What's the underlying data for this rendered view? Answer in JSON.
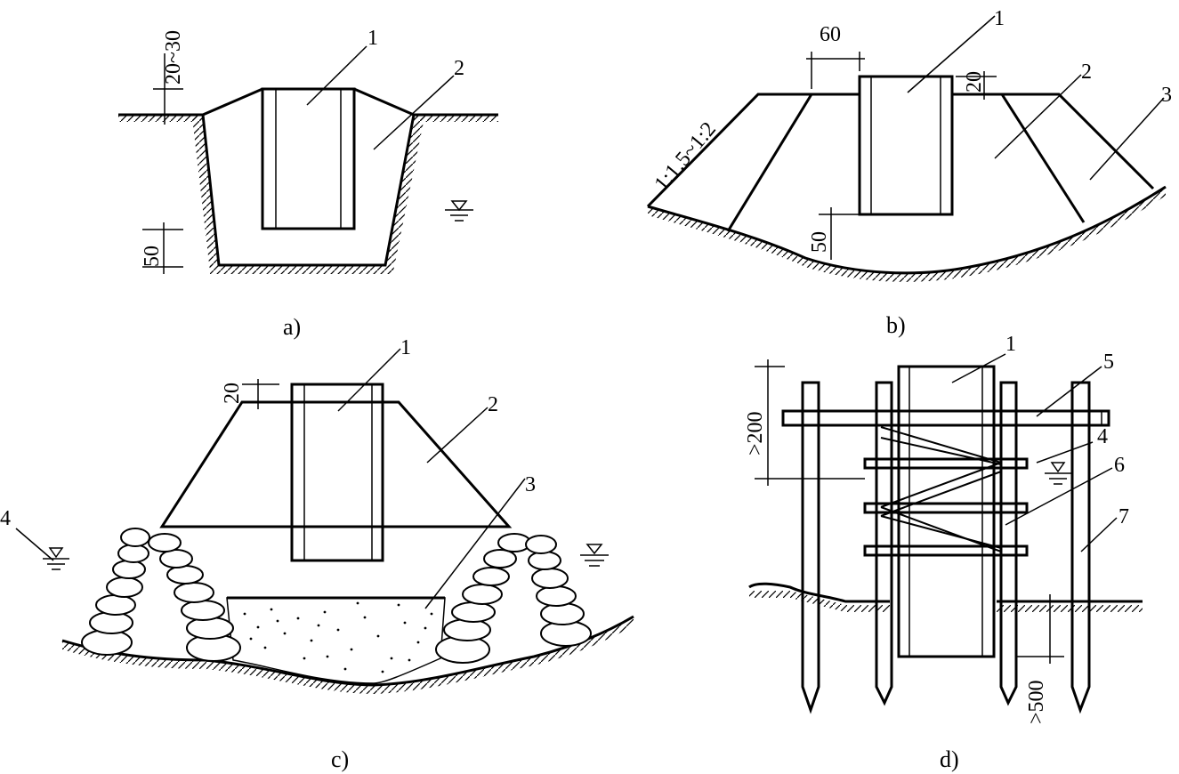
{
  "panels": {
    "a": {
      "caption": "a)",
      "labels": {
        "n1": "1",
        "n2": "2"
      },
      "dims": {
        "top": "20~30",
        "bottom": "50"
      }
    },
    "b": {
      "caption": "b)",
      "labels": {
        "n1": "1",
        "n2": "2",
        "n3": "3"
      },
      "dims": {
        "width": "60",
        "rise": "20",
        "bottom": "50",
        "slope": "1:1.5~1:2"
      }
    },
    "c": {
      "caption": "c)",
      "labels": {
        "n1": "1",
        "n2": "2",
        "n3": "3",
        "n4": "4"
      },
      "dims": {
        "rise": "20"
      }
    },
    "d": {
      "caption": "d)",
      "labels": {
        "n1": "1",
        "n4": "4",
        "n5": "5",
        "n6": "6",
        "n7": "7"
      },
      "dims": {
        "top": ">200",
        "bottom": ">500"
      }
    }
  }
}
